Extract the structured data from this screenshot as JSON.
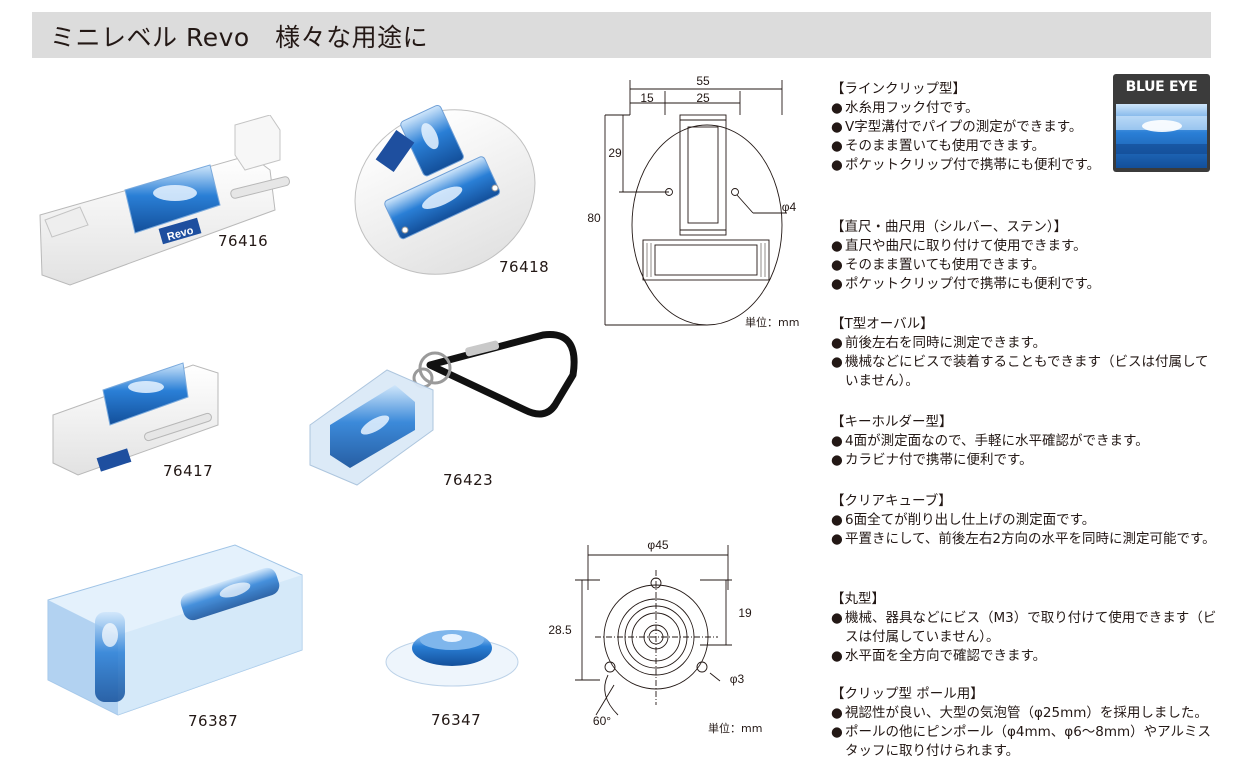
{
  "header": {
    "title": "ミニレベル Revo　様々な用途に"
  },
  "products": [
    {
      "code": "76416"
    },
    {
      "code": "76418"
    },
    {
      "code": "76417"
    },
    {
      "code": "76423"
    },
    {
      "code": "76387"
    },
    {
      "code": "76347"
    }
  ],
  "brand_logo_text": "Revo",
  "blue_eye_label": "BLUE EYE",
  "diagram_top": {
    "dims": {
      "width": "55",
      "left_offset": "15",
      "vial_width": "25",
      "vial_height": "29",
      "height": "80",
      "hole": "φ4"
    },
    "unit": "単位：mm"
  },
  "diagram_bottom": {
    "dims": {
      "diameter": "φ45",
      "height": "28.5",
      "vial_height": "19",
      "hole": "φ3",
      "angle": "60°"
    },
    "unit": "単位：mm"
  },
  "sections": [
    {
      "heading": "【ラインクリップ型】",
      "bullets": [
        "水糸用フック付です。",
        "V字型溝付でパイプの測定ができます。",
        "そのまま置いても使用できます。",
        "ポケットクリップ付で携帯にも便利です。"
      ]
    },
    {
      "heading": "【直尺・曲尺用（シルバー、ステン）】",
      "bullets": [
        "直尺や曲尺に取り付けて使用できます。",
        "そのまま置いても使用できます。",
        "ポケットクリップ付で携帯にも便利です。"
      ]
    },
    {
      "heading": "【T型オーバル】",
      "bullets": [
        "前後左右を同時に測定できます。",
        "機械などにビスで装着することもできます（ビスは付属していません）。"
      ]
    },
    {
      "heading": "【キーホルダー型】",
      "bullets": [
        "4面が測定面なので、手軽に水平確認ができます。",
        "カラビナ付で携帯に便利です。"
      ]
    },
    {
      "heading": "【クリアキューブ】",
      "bullets": [
        "6面全てが削り出し仕上げの測定面です。",
        "平置きにして、前後左右2方向の水平を同時に測定可能です。"
      ]
    },
    {
      "heading": "【丸型】",
      "bullets": [
        "機械、器具などにビス（M3）で取り付けて使用できます（ビスは付属していません）。",
        "水平面を全方向で確認できます。"
      ]
    },
    {
      "heading": "【クリップ型 ポール用】",
      "bullets": [
        "視認性が良い、大型の気泡管（φ25mm）を採用しました。",
        "ポールの他にピンポール（φ4mm、φ6〜8mm）やアルミスタッフに取り付けられます。"
      ]
    }
  ],
  "bullet_mark": "●",
  "colors": {
    "vial_blue": "#2a7fd6",
    "header_gray": "#dcdcdc",
    "blue_eye_bg": "#3b3b3b"
  }
}
